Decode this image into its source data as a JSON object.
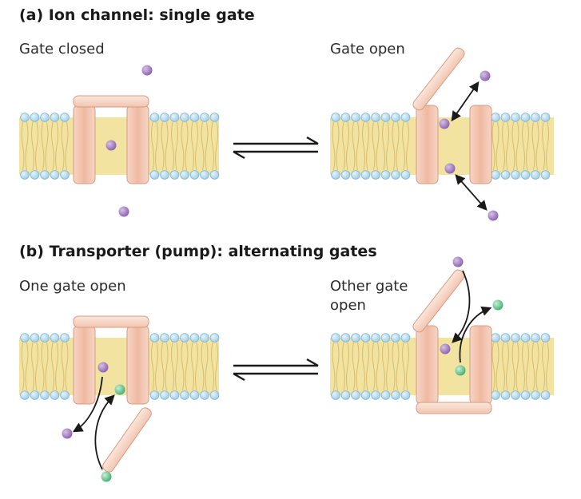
{
  "panel_a": {
    "title": "(a) Ion channel: single gate",
    "left_label": "Gate closed",
    "right_label": "Gate open"
  },
  "panel_b": {
    "title": "(b) Transporter (pump): alternating gates",
    "left_label": "One gate open",
    "right_label_line1": "Other gate",
    "right_label_line2": "open"
  },
  "colors": {
    "membrane_core": "#f3e3a0",
    "lipid_head": "#bfe0f3",
    "protein": "#f2c6b1",
    "ion_purple": "#9b72b8",
    "ion_green": "#62c08a",
    "arrow": "#1a1a1a"
  }
}
